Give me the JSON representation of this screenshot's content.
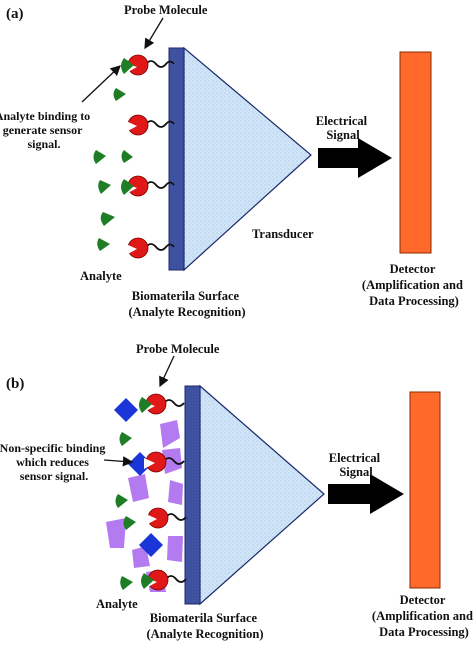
{
  "panel_a": {
    "label": "(a)",
    "probe_molecule": "Probe Molecule",
    "binding_note": [
      "Analyte binding to",
      "generate sensor",
      "signal."
    ],
    "analyte": "Analyte",
    "surface": [
      "Biomaterila Surface",
      "(Analyte Recognition)"
    ],
    "transducer": "Transducer",
    "signal": [
      "Electrical",
      "Signal"
    ],
    "detector": [
      "Detector",
      "(Amplification and",
      "Data Processing)"
    ]
  },
  "panel_b": {
    "label": "(b)",
    "probe_molecule": "Probe Molecule",
    "binding_note": [
      "Non-specific binding",
      "which reduces",
      "sensor signal."
    ],
    "analyte": "Analyte",
    "surface": [
      "Biomaterila Surface",
      "(Analyte Recognition)"
    ],
    "signal": [
      "Electrical",
      "Signal"
    ],
    "detector": [
      "Detector",
      "(Amplification and",
      "Data Processing)"
    ]
  },
  "colors": {
    "surface": "#3d4f9f",
    "transducer": "#cfe4f7",
    "detector": "#ff6a2b",
    "probe": "#e01818",
    "analyte": "#1f7d26",
    "interferent_purple": "#b47bf0",
    "interferent_blue": "#1a35d8"
  }
}
